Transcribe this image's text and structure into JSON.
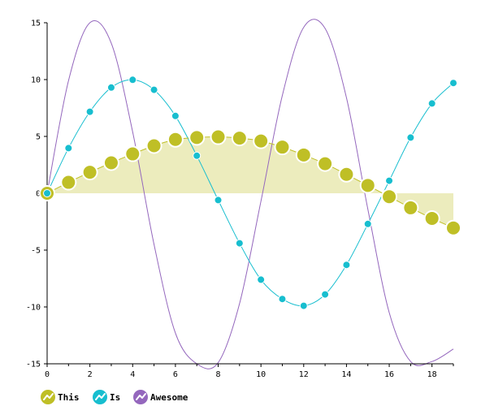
{
  "chart_data": {
    "type": "line",
    "x": [
      0,
      1,
      2,
      3,
      4,
      5,
      6,
      7,
      8,
      9,
      10,
      11,
      12,
      13,
      14,
      15,
      16,
      17,
      18,
      19
    ],
    "xlim": [
      0,
      19
    ],
    "ylim": [
      -15,
      15
    ],
    "xticks": [
      "0",
      "2",
      "4",
      "6",
      "8",
      "10",
      "12",
      "14",
      "16",
      "18"
    ],
    "yticks": [
      "-15",
      "-10",
      "-5",
      "0",
      "5",
      "10",
      "15"
    ],
    "grid": false,
    "legend_position": "bottom-left",
    "series": [
      {
        "name": "This",
        "color": "#bfbf26",
        "area": true,
        "markers": "large",
        "values": [
          0,
          0.96,
          1.85,
          2.68,
          3.46,
          4.18,
          4.73,
          4.9,
          4.96,
          4.85,
          4.6,
          4.06,
          3.37,
          2.6,
          1.66,
          0.69,
          -0.3,
          -1.28,
          -2.21,
          -3.05
        ]
      },
      {
        "name": "Is",
        "color": "#17becf",
        "area": false,
        "markers": "small",
        "values": [
          0,
          3.97,
          7.17,
          9.3,
          9.98,
          9.1,
          6.8,
          3.3,
          -0.6,
          -4.4,
          -7.6,
          -9.3,
          -9.9,
          -8.9,
          -6.3,
          -2.7,
          1.1,
          4.9,
          7.9,
          9.7
        ]
      },
      {
        "name": "Awesome",
        "color": "#9467bd",
        "area": false,
        "markers": "none",
        "values": [
          0,
          9.9,
          15,
          13.2,
          5.4,
          -4.5,
          -12.3,
          -15,
          -14.9,
          -9.7,
          -0.7,
          8.6,
          14.6,
          14.5,
          8.4,
          -1.4,
          -10.5,
          -14.8,
          -14.8,
          -13.7
        ]
      }
    ]
  }
}
